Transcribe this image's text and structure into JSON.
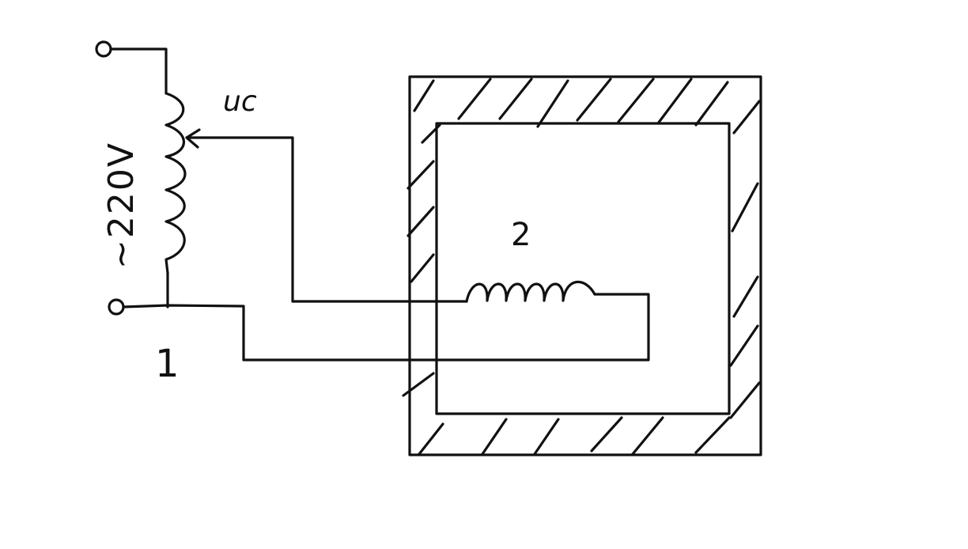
{
  "diagram": {
    "voltage_label": "~220V",
    "control_label": "uc",
    "label_1": "1",
    "label_2": "2"
  },
  "colors": {
    "ink": "#111111",
    "background": "#ffffff"
  }
}
